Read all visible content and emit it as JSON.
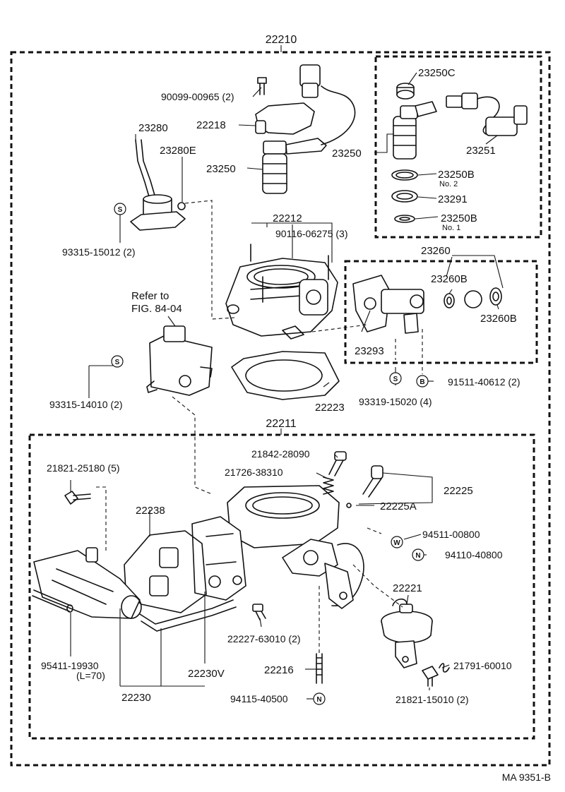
{
  "assembly_labels": {
    "main": "22210",
    "lower": "22211",
    "top_bracket": "23260"
  },
  "part_labels": {
    "p90099": "90099-00965 (2)",
    "p23250C": "23250C",
    "p22218": "22218",
    "p23280": "23280",
    "p23280E": "23280E",
    "p23250_a": "23250",
    "p23250_b": "23250",
    "p23251": "23251",
    "p23250B_2": "23250B",
    "no2": "No. 2",
    "p23291": "23291",
    "p23250B_1": "23250B",
    "no1": "No. 1",
    "p93315_15012": "93315-15012 (2)",
    "p22212": "22212",
    "p90116": "90116-06275 (3)",
    "refer1": "Refer to",
    "refer2": "FIG. 84-04",
    "p23260B_a": "23260B",
    "p23260B_b": "23260B",
    "p23293": "23293",
    "p93315_14010": "93315-14010 (2)",
    "p22223": "22223",
    "p93319": "93319-15020 (4)",
    "p91511": "91511-40612 (2)",
    "p21842": "21842-28090",
    "p21726": "21726-38310",
    "p22225": "22225",
    "p22225A": "22225A",
    "p21821_25180": "21821-25180 (5)",
    "p22238": "22238",
    "p94511": "94511-00800",
    "p94110": "94110-40800",
    "p22221": "22221",
    "p22227": "22227-63010 (2)",
    "p95411": "95411-19930",
    "l70": "(L=70)",
    "p22230V": "22230V",
    "p22216": "22216",
    "p21791": "21791-60010",
    "p22230": "22230",
    "p94115": "94115-40500",
    "p21821_15010": "21821-15010 (2)"
  },
  "symbols": {
    "s": "S",
    "w": "W",
    "n": "N",
    "b": "B"
  },
  "figure_code": "MA 9351-B"
}
